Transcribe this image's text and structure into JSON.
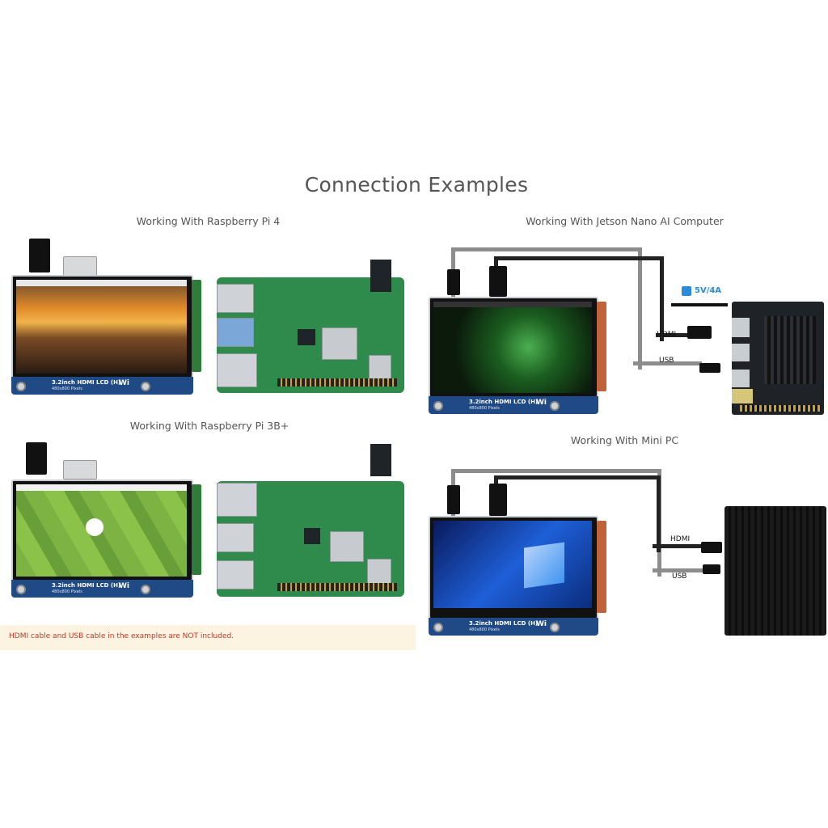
{
  "title": "Connection Examples",
  "captions": {
    "pi4": "Working With Raspberry Pi 4",
    "pi3": "Working With Raspberry Pi 3B+",
    "jetson": "Working With Jetson Nano AI Computer",
    "minipc": "Working With Mini PC"
  },
  "lcd": {
    "label": "3.2inch HDMI LCD (H)",
    "resolution": "480x800 Pixels",
    "brand": "Wi"
  },
  "cables": {
    "power": "5V/4A",
    "hdmi": "HDMI",
    "usb": "USB"
  },
  "notice": "HDMI cable and USB cable in the examples are NOT included.",
  "colors": {
    "pcb_blue": "#1f4a86",
    "board_green": "#2e8b4b",
    "notice_bg": "#fcf3e0",
    "notice_text": "#c0392b",
    "power_accent": "#2a8bd8"
  }
}
